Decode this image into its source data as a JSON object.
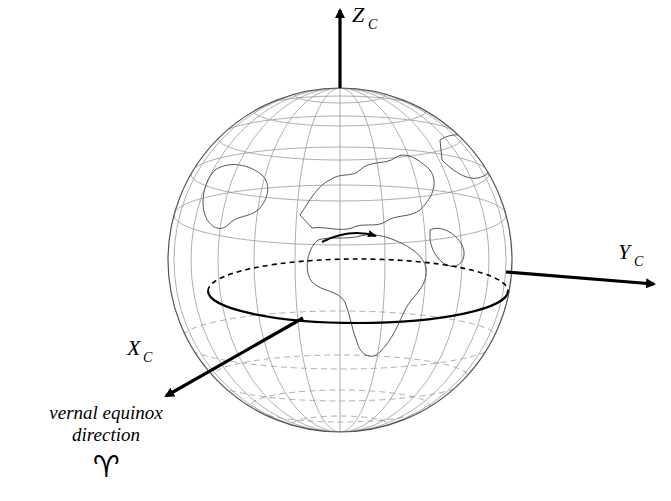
{
  "diagram": {
    "labels": [
      "Z",
      "C",
      "Y",
      "C",
      "X",
      "C",
      "vernal equinox direction",
      "♈"
    ]
  }
}
